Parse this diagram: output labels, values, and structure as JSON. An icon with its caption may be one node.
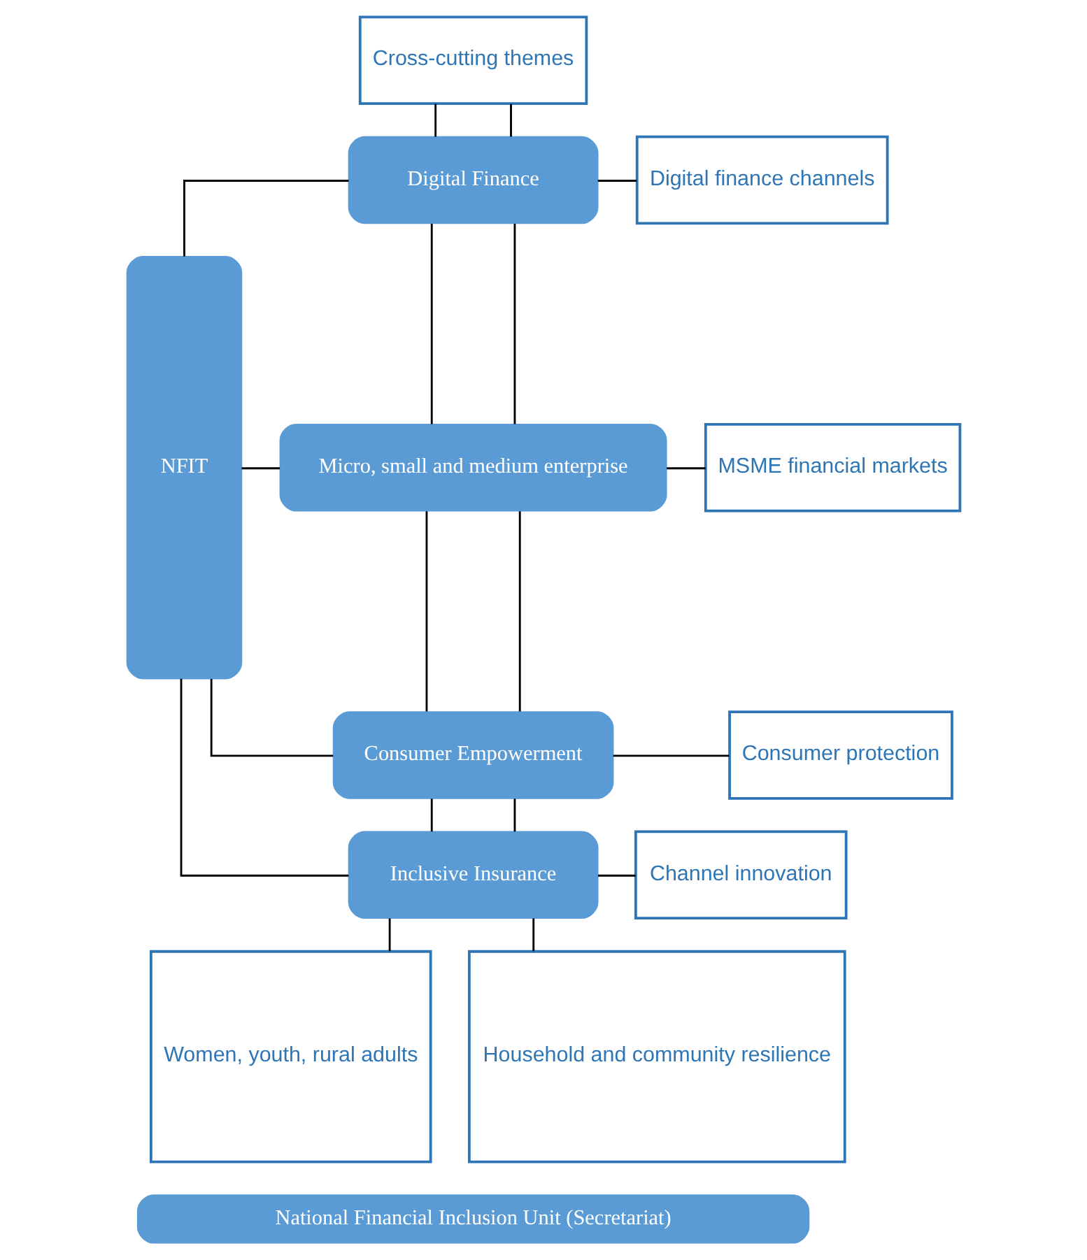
{
  "diagram": {
    "nodes": [
      {
        "text": [
          "Cross-cutting themes"
        ]
      },
      {
        "text": [
          "NFIT"
        ]
      },
      {
        "text": [
          "Digital Finance"
        ]
      },
      {
        "text": [
          "Micro, small and medium enterprise"
        ]
      },
      {
        "text": [
          "Consumer Empowerment"
        ]
      },
      {
        "text": [
          "Inclusive Insurance"
        ]
      },
      {
        "text": [
          "Digital finance channels"
        ]
      },
      {
        "text": [
          "MSME financial markets"
        ]
      },
      {
        "text": [
          "Consumer protection"
        ]
      },
      {
        "text": [
          "Channel innovation"
        ]
      },
      {
        "text": [
          "Women, youth, rural adults"
        ]
      },
      {
        "text": [
          "Household and community resilience"
        ]
      },
      {
        "text": [
          "National Financial Inclusion Unit (Secretariat)"
        ]
      }
    ],
    "edges": [
      {
        "from": 1,
        "to": 2,
        "arrow": "none"
      },
      {
        "from": 1,
        "to": 3,
        "arrow": "none"
      },
      {
        "from": 1,
        "to": 4,
        "arrow": "none"
      },
      {
        "from": 1,
        "to": 5,
        "arrow": "none"
      },
      {
        "from": 2,
        "to": 6,
        "arrow": "none"
      },
      {
        "from": 3,
        "to": 7,
        "arrow": "none"
      },
      {
        "from": 4,
        "to": 8,
        "arrow": "none"
      },
      {
        "from": 5,
        "to": 9,
        "arrow": "none"
      },
      {
        "from": 0,
        "to": 2,
        "arrow": "none"
      },
      {
        "from": 0,
        "to": 2,
        "arrow": "none"
      },
      {
        "from": 2,
        "to": 3,
        "arrow": "none"
      },
      {
        "from": 2,
        "to": 3,
        "arrow": "none"
      },
      {
        "from": 3,
        "to": 4,
        "arrow": "none"
      },
      {
        "from": 3,
        "to": 4,
        "arrow": "none"
      },
      {
        "from": 4,
        "to": 5,
        "arrow": "none"
      },
      {
        "from": 4,
        "to": 5,
        "arrow": "none"
      },
      {
        "from": 5,
        "to": 10,
        "arrow": "none"
      },
      {
        "from": 5,
        "to": 11,
        "arrow": "none"
      }
    ]
  }
}
